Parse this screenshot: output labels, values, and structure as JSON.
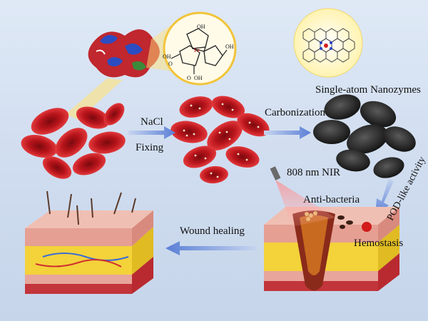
{
  "labels": {
    "nacl": "NaCl",
    "fixing": "Fixing",
    "carbonization": "Carbonization",
    "single_atom": "Single-atom Nanozymes",
    "nir": "808 nm NIR",
    "anti_bacteria": "Anti-bacteria",
    "pod_like": "POD-like activity",
    "hemostasis": "Hemostasis",
    "wound_healing": "Wound healing"
  },
  "molecule_labels": {
    "oh_top": "OH",
    "fe": "Fe",
    "oh_left": "OH",
    "oh_right": "OH",
    "o_left": "O",
    "o_bottom": "O",
    "oh_bottom": "OH"
  },
  "colors": {
    "arrow": "#5b7fd6",
    "blood": "#c0151c",
    "skin": "#e7a9a0",
    "fat": "#f3d23a",
    "carbon": "#2a2a2a",
    "highlight": "#ffe06a"
  }
}
